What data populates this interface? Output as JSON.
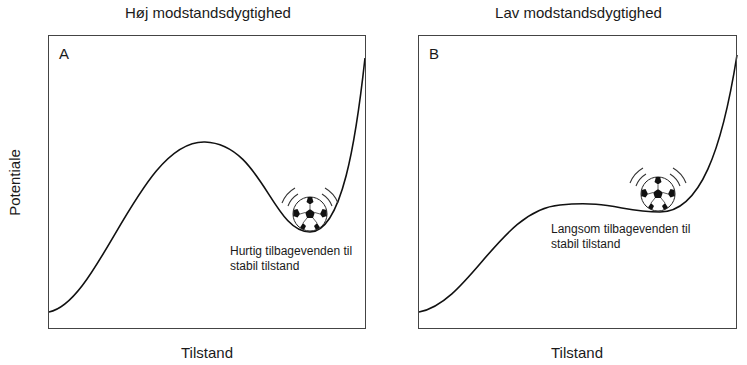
{
  "diagram": {
    "nodes": [
      {
        "text": [
          "Høj modstandsdygtighed",
          "A",
          "Hurtig tilbagevenden til stabil tilstand"
        ]
      },
      {
        "text": [
          "Lav modstandsdygtighed",
          "B",
          "Langsom tilbagevenden til stabil tilstand"
        ]
      }
    ],
    "labels": [
      "Potentiale",
      "Tilstand",
      "Tilstand"
    ]
  }
}
